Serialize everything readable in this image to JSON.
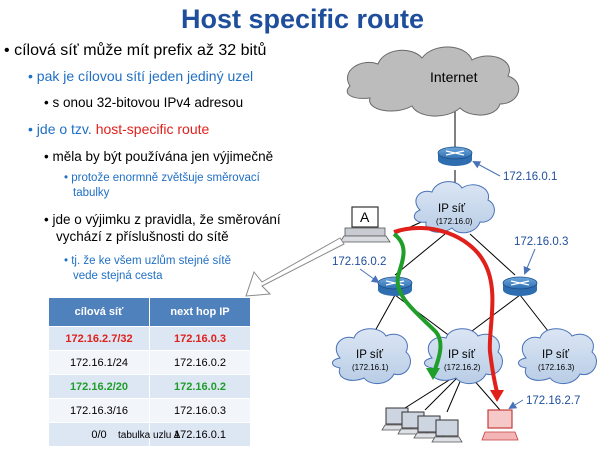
{
  "title": "Host specific route",
  "bullets": {
    "b1": "cílová síť může mít prefix až 32 bitů",
    "b2": "pak je cílovou sítí jeden jediný uzel",
    "b3": "s onou 32-bitovou IPv4 adresou",
    "b4_prefix": "jde o tzv. ",
    "b4_highlight": "host-specific route",
    "b5": "měla by být používána jen výjimečně",
    "b6a": "protože enormně zvětšuje směrovací",
    "b6b": "tabulky",
    "b7a": "jde o výjimku z pravidla, že směrování",
    "b7b": "vychází z příslušnosti do sítě",
    "b8a": "tj. že ke všem uzlům stejné sítě",
    "b8b": "vede stejná cesta"
  },
  "table": {
    "headers": [
      "cílová síť",
      "next hop IP"
    ],
    "rows": [
      {
        "dest": "172.16.2.7/32",
        "hop": "172.16.0.3",
        "style": "red"
      },
      {
        "dest": "172.16.1/24",
        "hop": "172.16.0.2",
        "style": ""
      },
      {
        "dest": "172.16.2/20",
        "hop": "172.16.0.2",
        "style": "green"
      },
      {
        "dest": "172.16.3/16",
        "hop": "172.16.0.3",
        "style": ""
      },
      {
        "dest": "0/0",
        "hop": "172.16.0.1",
        "style": ""
      }
    ],
    "caption": "tabulka uzlu A"
  },
  "network": {
    "internet": "Internet",
    "core_label": "IP síť",
    "core_sub": "(172.16.0)",
    "left_label": "IP síť",
    "left_sub": "(172.16.1)",
    "mid_label": "IP síť",
    "mid_sub": "(172.16.2)",
    "right_label": "IP síť",
    "right_sub": "(172.16.3)",
    "host_a": "A",
    "ip_r1": "172.16.0.1",
    "ip_r2": "172.16.0.2",
    "ip_r3": "172.16.0.3",
    "ip_host": "172.16.2.7"
  },
  "colors": {
    "title": "#1f4e9c",
    "accent_blue": "#1f6fc4",
    "red": "#e0201b",
    "green": "#1f9e2a",
    "table_header": "#4f81bd",
    "router": "#3f86c8"
  }
}
